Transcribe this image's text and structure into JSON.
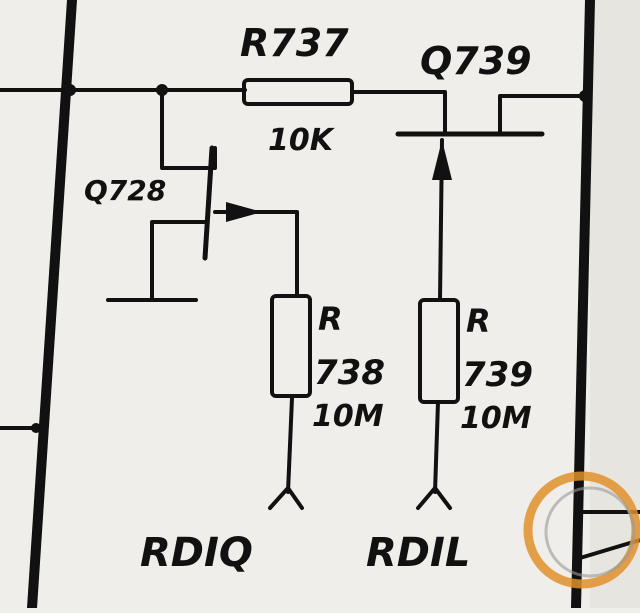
{
  "components": {
    "r737": {
      "ref": "R737",
      "value": "10K"
    },
    "q739": {
      "ref": "Q739"
    },
    "q728": {
      "ref": "Q728"
    },
    "r738": {
      "ref_prefix": "R",
      "ref_number": "738",
      "value": "10M"
    },
    "r739": {
      "ref_prefix": "R",
      "ref_number": "739",
      "value": "10M"
    }
  },
  "nets": {
    "rdiq": "RDIQ",
    "rdil": "RDIL"
  },
  "colors": {
    "paper": "#efeeea",
    "ink": "#111111",
    "highlight_circle": "#e0902a"
  }
}
